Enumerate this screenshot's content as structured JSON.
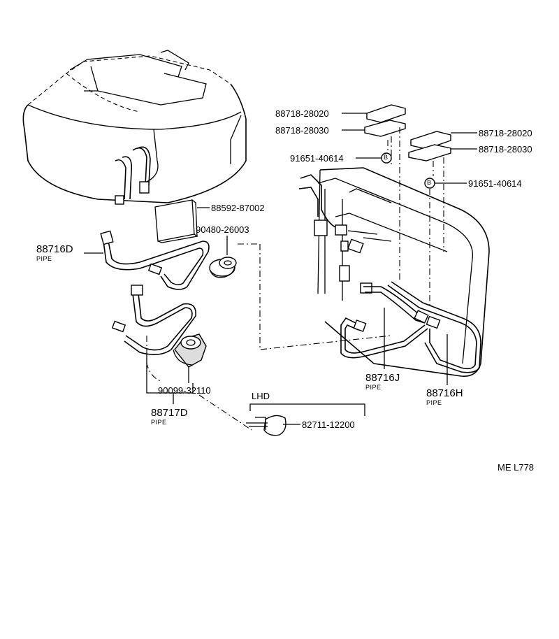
{
  "labels": {
    "p88718_28020_a": "88718-28020",
    "p88718_28030_a": "88718-28030",
    "p91651_40614_a": "91651-40614",
    "p88718_28020_b": "88718-28020",
    "p88718_28030_b": "88718-28030",
    "p91651_40614_b": "91651-40614",
    "p88592_87002": "88592-87002",
    "p90480_26003": "90480-26003",
    "p88716D": "88716D",
    "p88716D_sub": "PIPE",
    "p90099_32110": "90099-32110",
    "p88717D": "88717D",
    "p88717D_sub": "PIPE",
    "p88716J": "88716J",
    "p88716J_sub": "PIPE",
    "p88716H": "88716H",
    "p88716H_sub": "PIPE",
    "lhd": "LHD",
    "p82711_12200": "82711-12200",
    "badge_b1": "B",
    "badge_b2": "B",
    "footer_code": "ME  L778"
  }
}
